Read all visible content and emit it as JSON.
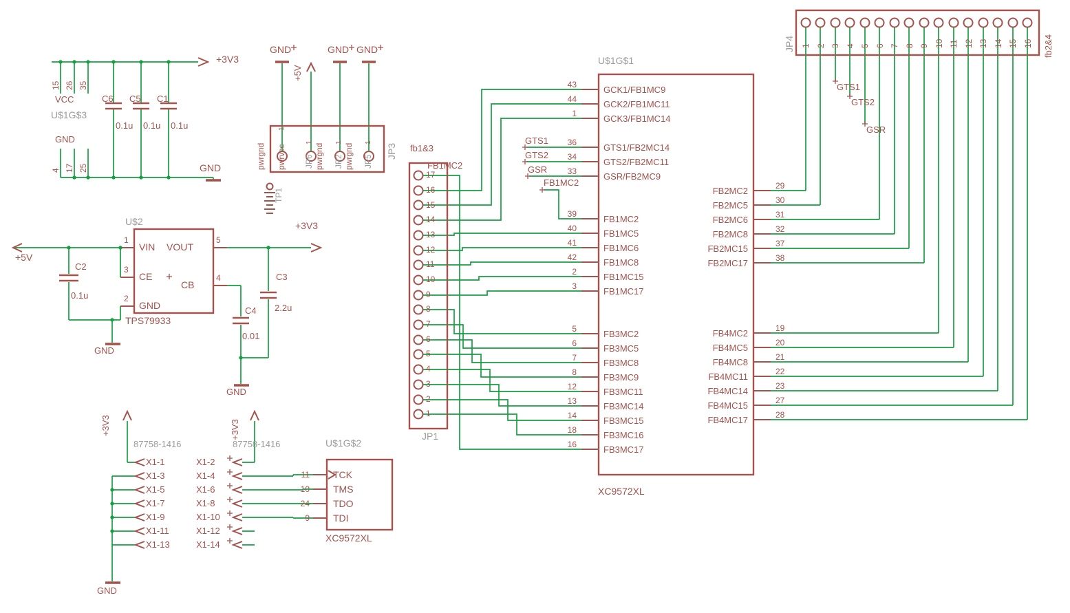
{
  "colors": {
    "wire": "#179E42",
    "part": "#A4524C",
    "name": "#9C9C9C",
    "bg": "#FFFFFF"
  },
  "bypass": {
    "ref": "U$1G$3",
    "rail_net": "+3V3",
    "gnd_net": "GND",
    "vcc_label": "VCC",
    "gnd_label": "GND",
    "vcc_pins": [
      "15",
      "26",
      "35"
    ],
    "gnd_pins": [
      "4",
      "17",
      "25"
    ],
    "caps": [
      {
        "name": "C6",
        "value": "0.1u"
      },
      {
        "name": "C5",
        "value": "0.1u"
      },
      {
        "name": "C1",
        "value": "0.1u"
      }
    ]
  },
  "jp3": {
    "ref": "JP3",
    "testpoint_ref": "TP1",
    "v5_net": "+5V",
    "pin_number": "1",
    "gnd_nets": [
      "GND",
      "GND",
      "GND"
    ],
    "labels": [
      {
        "text": "pwrgnd"
      },
      {
        "text": "pwrvcc"
      },
      {
        "text": "JP6"
      },
      {
        "text": "pwrgnd"
      },
      {
        "text": "JP2"
      },
      {
        "text": "pwrgnd"
      },
      {
        "text": "JP5"
      }
    ]
  },
  "regulator": {
    "ref": "U$2",
    "value": "TPS79933",
    "in_net": "+5V",
    "out_net": "+3V3",
    "gnd_net": "GND",
    "pins": {
      "vin": {
        "num": "1",
        "name": "VIN"
      },
      "vout": {
        "num": "5",
        "name": "VOUT"
      },
      "ce": {
        "num": "3",
        "name": "CE"
      },
      "cb": {
        "num": "4",
        "name": "CB"
      },
      "gnd": {
        "num": "2",
        "name": "GND"
      }
    },
    "c2": {
      "name": "C2",
      "value": "0.1u"
    },
    "c3": {
      "name": "C3",
      "value": "2.2u"
    },
    "c4": {
      "name": "C4",
      "value": "0.01"
    }
  },
  "x1": {
    "left_ref": "87758-1416",
    "right_ref": "87758-1416",
    "v33": "+3V3",
    "gnd": "GND",
    "left_pins": [
      "X1-1",
      "X1-3",
      "X1-5",
      "X1-7",
      "X1-9",
      "X1-11",
      "X1-13"
    ],
    "right_pins": [
      "X1-2",
      "X1-4",
      "X1-6",
      "X1-8",
      "X1-10",
      "X1-12",
      "X1-14"
    ]
  },
  "jtag": {
    "ref": "U$1G$2",
    "value": "XC9572XL",
    "pins": [
      {
        "num": "11",
        "name": "TCK"
      },
      {
        "num": "10",
        "name": "TMS"
      },
      {
        "num": "24",
        "name": "TDO"
      },
      {
        "num": "9",
        "name": "TDI"
      }
    ]
  },
  "jp1": {
    "ref": "JP1",
    "value": "fb1&3",
    "net_label": "FB1MC2",
    "pin_numbers": [
      "17",
      "16",
      "15",
      "14",
      "13",
      "12",
      "11",
      "10",
      "9",
      "8",
      "7",
      "6",
      "5",
      "4",
      "3",
      "2",
      "1"
    ]
  },
  "cpld": {
    "ref": "U$1G$1",
    "value": "XC9572XL",
    "left_groups": [
      {
        "pins": [
          {
            "num": "43",
            "name": "GCK1/FB1MC9"
          },
          {
            "num": "44",
            "name": "GCK2/FB1MC11"
          },
          {
            "num": "1",
            "name": "GCK3/FB1MC14"
          }
        ]
      },
      {
        "pins": [
          {
            "num": "36",
            "name": "GTS1/FB2MC14"
          },
          {
            "num": "34",
            "name": "GTS2/FB2MC11"
          },
          {
            "num": "33",
            "name": "GSR/FB2MC9"
          }
        ]
      },
      {
        "pins": [
          {
            "num": "39",
            "name": "FB1MC2"
          },
          {
            "num": "40",
            "name": "FB1MC5"
          },
          {
            "num": "41",
            "name": "FB1MC6"
          },
          {
            "num": "42",
            "name": "FB1MC8"
          },
          {
            "num": "2",
            "name": "FB1MC15"
          },
          {
            "num": "3",
            "name": "FB1MC17"
          }
        ]
      },
      {
        "pins": [
          {
            "num": "5",
            "name": "FB3MC2"
          },
          {
            "num": "6",
            "name": "FB3MC5"
          },
          {
            "num": "7",
            "name": "FB3MC8"
          },
          {
            "num": "8",
            "name": "FB3MC9"
          },
          {
            "num": "12",
            "name": "FB3MC11"
          },
          {
            "num": "13",
            "name": "FB3MC14"
          },
          {
            "num": "14",
            "name": "FB3MC15"
          },
          {
            "num": "18",
            "name": "FB3MC16"
          },
          {
            "num": "16",
            "name": "FB3MC17"
          }
        ]
      }
    ],
    "right_groups": [
      {
        "pins": [
          {
            "num": "29",
            "name": "FB2MC2"
          },
          {
            "num": "30",
            "name": "FB2MC5"
          },
          {
            "num": "31",
            "name": "FB2MC6"
          },
          {
            "num": "32",
            "name": "FB2MC8"
          },
          {
            "num": "37",
            "name": "FB2MC15"
          },
          {
            "num": "38",
            "name": "FB2MC17"
          }
        ]
      },
      {
        "pins": [
          {
            "num": "19",
            "name": "FB4MC2"
          },
          {
            "num": "20",
            "name": "FB4MC5"
          },
          {
            "num": "21",
            "name": "FB4MC8"
          },
          {
            "num": "22",
            "name": "FB4MC11"
          },
          {
            "num": "23",
            "name": "FB4MC14"
          },
          {
            "num": "27",
            "name": "FB4MC15"
          },
          {
            "num": "28",
            "name": "FB4MC17"
          }
        ]
      }
    ],
    "net_labels": {
      "gts1": "GTS1",
      "gts2": "GTS2",
      "gsr": "GSR",
      "fb1mc2": "FB1MC2"
    }
  },
  "jp4": {
    "ref": "JP4",
    "value": "fb2&4",
    "pin_numbers": [
      "1",
      "2",
      "3",
      "4",
      "5",
      "6",
      "7",
      "8",
      "9",
      "10",
      "11",
      "12",
      "13",
      "14",
      "15",
      "16"
    ],
    "net_labels": {
      "gts1": "GTS1",
      "gts2": "GTS2",
      "gsr": "GSR"
    }
  }
}
